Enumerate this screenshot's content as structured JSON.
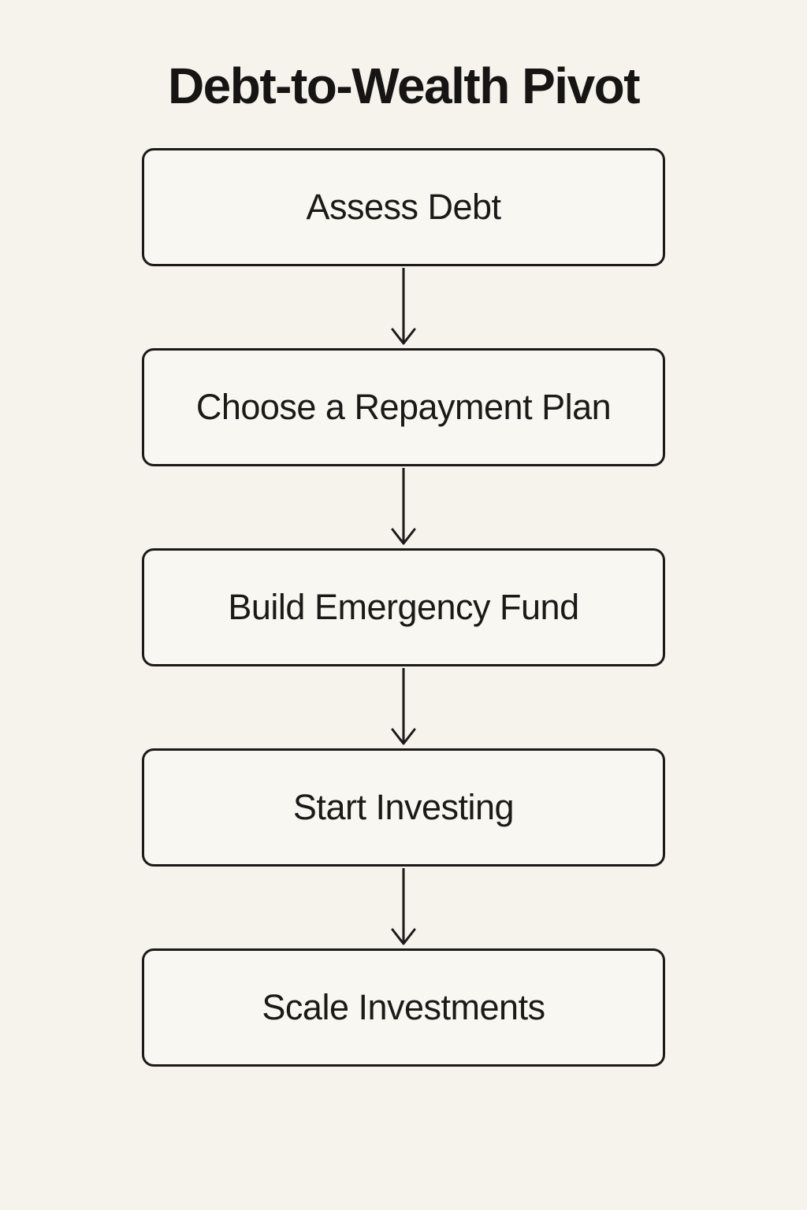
{
  "page": {
    "title": "Debt-to-Wealth Pivot",
    "background_color": "#f6f3ed",
    "box_fill_color": "#f9f7f1",
    "line_color": "#1b1a18"
  },
  "flowchart": {
    "direction": "top-to-bottom",
    "connector_icon": "down-arrow-icon",
    "nodes": [
      {
        "label": "Assess Debt"
      },
      {
        "label": "Choose a Repayment Plan"
      },
      {
        "label": "Build Emergency Fund"
      },
      {
        "label": "Start Investing"
      },
      {
        "label": "Scale Investments"
      }
    ]
  }
}
